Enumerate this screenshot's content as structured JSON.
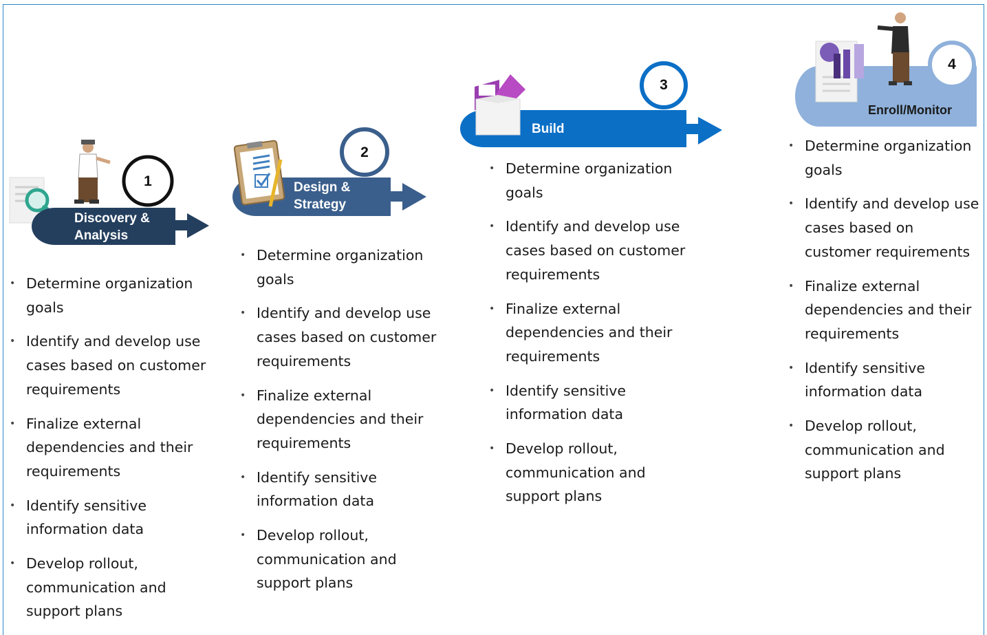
{
  "stages": [
    {
      "number": "1",
      "label": "Discovery & Analysis",
      "label_lines": [
        "Discovery &",
        "Analysis"
      ],
      "color": "#243f5e",
      "icon": "magnifier-document-icon",
      "tasks": [
        "Determine organization goals",
        "Identify and develop use cases based on customer requirements",
        "Finalize external dependencies and their requirements",
        "Identify sensitive information data",
        "Develop rollout, communication and support plans"
      ]
    },
    {
      "number": "2",
      "label": "Design & Strategy",
      "label_lines": [
        "Design &",
        "Strategy"
      ],
      "color": "#3b5f8c",
      "icon": "clipboard-checklist-icon",
      "tasks": [
        "Determine organization goals",
        "Identify and develop use cases based on customer requirements",
        "Finalize external dependencies and their requirements",
        "Identify sensitive information data",
        "Develop rollout, communication and support plans"
      ]
    },
    {
      "number": "3",
      "label": "Build",
      "label_lines": [
        "Build"
      ],
      "color": "#0b6fc6",
      "icon": "box-shapes-icon",
      "tasks": [
        "Determine organization goals",
        "Identify and develop use cases based on customer requirements",
        "Finalize external dependencies and their requirements",
        "Identify sensitive information data",
        "Develop rollout, communication and support plans"
      ]
    },
    {
      "number": "4",
      "label": "Enroll/Monitor",
      "label_lines": [
        "Enroll/Monitor"
      ],
      "color": "#8fb1db",
      "icon": "bar-chart-presenter-icon",
      "tasks": [
        "Determine organization goals",
        "Identify and develop use cases based on customer requirements",
        "Finalize external dependencies and their requirements",
        "Identify sensitive information data",
        "Develop rollout, communication and support plans"
      ]
    }
  ]
}
